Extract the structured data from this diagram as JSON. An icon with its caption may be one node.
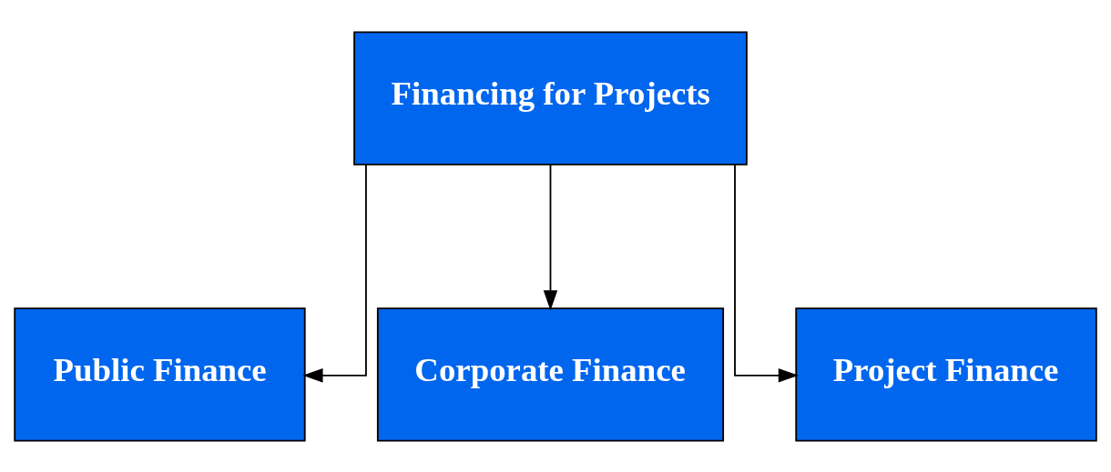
{
  "diagram": {
    "nodes": [
      {
        "text": [
          "Financing for Projects"
        ]
      },
      {
        "text": [
          "Public Finance"
        ]
      },
      {
        "text": [
          "Corporate Finance"
        ]
      },
      {
        "text": [
          "Project Finance"
        ]
      }
    ],
    "edges": [
      {
        "from": 0,
        "to": 1,
        "arrow": "to"
      },
      {
        "from": 0,
        "to": 2,
        "arrow": "to"
      },
      {
        "from": 0,
        "to": 3,
        "arrow": "to"
      }
    ]
  }
}
